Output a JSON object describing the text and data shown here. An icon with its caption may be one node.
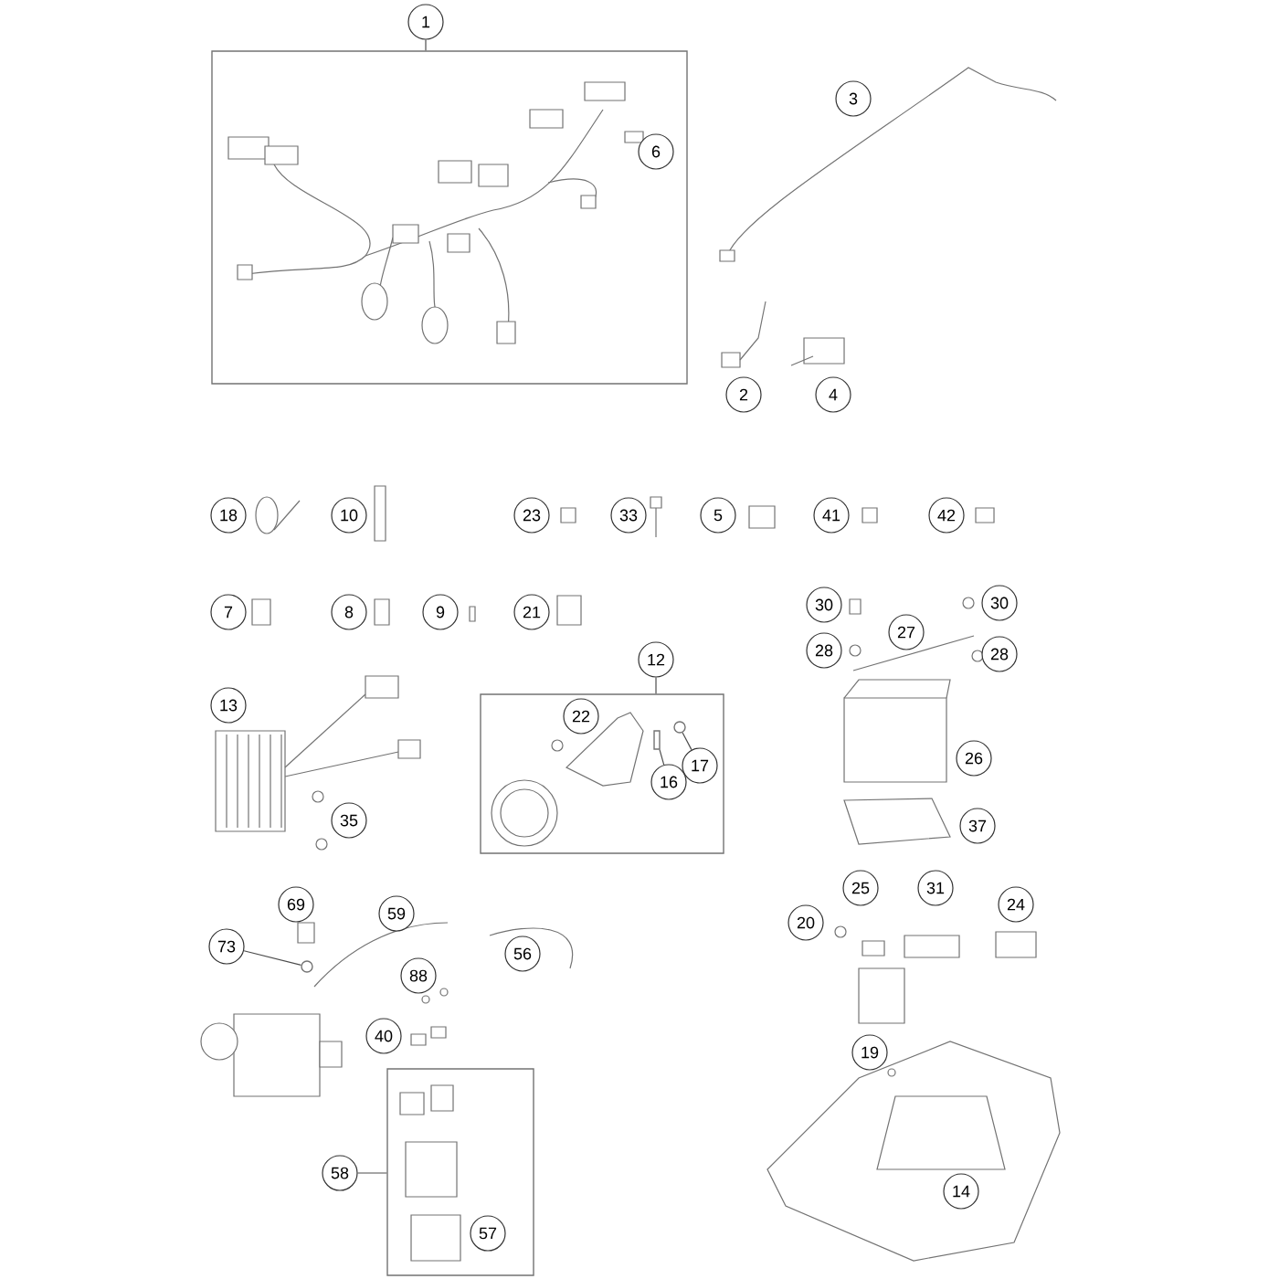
{
  "diagram": {
    "nodes": [
      {
        "text": [
          "1"
        ]
      },
      {
        "text": [],
        "shape": "box"
      },
      {
        "text": [
          "6"
        ],
        "in": 1
      },
      {
        "text": [
          "3"
        ]
      },
      {
        "text": [
          "2"
        ]
      },
      {
        "text": [
          "4"
        ]
      },
      {
        "text": [
          "18"
        ]
      },
      {
        "text": [
          "10"
        ]
      },
      {
        "text": [
          "23"
        ]
      },
      {
        "text": [
          "33"
        ]
      },
      {
        "text": [
          "5"
        ]
      },
      {
        "text": [
          "41"
        ]
      },
      {
        "text": [
          "42"
        ]
      },
      {
        "text": [
          "7"
        ]
      },
      {
        "text": [
          "8"
        ]
      },
      {
        "text": [
          "9"
        ]
      },
      {
        "text": [
          "21"
        ]
      },
      {
        "text": [
          "30"
        ]
      },
      {
        "text": [
          "30"
        ]
      },
      {
        "text": [
          "27"
        ]
      },
      {
        "text": [
          "28"
        ]
      },
      {
        "text": [
          "28"
        ]
      },
      {
        "text": [
          "12"
        ]
      },
      {
        "text": [],
        "shape": "box"
      },
      {
        "text": [
          "22"
        ],
        "in": 23
      },
      {
        "text": [
          "17"
        ],
        "in": 23
      },
      {
        "text": [
          "16"
        ],
        "in": 23
      },
      {
        "text": [
          "13"
        ]
      },
      {
        "text": [
          "26"
        ]
      },
      {
        "text": [
          "35"
        ]
      },
      {
        "text": [
          "37"
        ]
      },
      {
        "text": [
          "25"
        ]
      },
      {
        "text": [
          "31"
        ]
      },
      {
        "text": [
          "69"
        ]
      },
      {
        "text": [
          "59"
        ]
      },
      {
        "text": [
          "24"
        ]
      },
      {
        "text": [
          "20"
        ]
      },
      {
        "text": [
          "73"
        ]
      },
      {
        "text": [
          "56"
        ]
      },
      {
        "text": [
          "88"
        ]
      },
      {
        "text": [
          "40"
        ]
      },
      {
        "text": [
          "19"
        ]
      },
      {
        "text": [],
        "shape": "box"
      },
      {
        "text": [
          "58"
        ]
      },
      {
        "text": [
          "57"
        ],
        "in": 42
      },
      {
        "text": [
          "14"
        ]
      },
      {
        "text": [],
        "shape": "circle"
      },
      {
        "text": [],
        "shape": "bar",
        "in": 23
      },
      {
        "text": [],
        "shape": "circle",
        "in": 23
      }
    ],
    "edges": [
      {
        "from": 0,
        "to": 1,
        "arrow": "none"
      },
      {
        "from": 22,
        "to": 23,
        "arrow": "none"
      },
      {
        "from": 43,
        "to": 42,
        "arrow": "none"
      },
      {
        "from": 37,
        "to": 46,
        "arrow": "none"
      },
      {
        "from": 26,
        "to": 47,
        "arrow": "none"
      },
      {
        "from": 25,
        "to": 48,
        "arrow": "none"
      }
    ]
  }
}
